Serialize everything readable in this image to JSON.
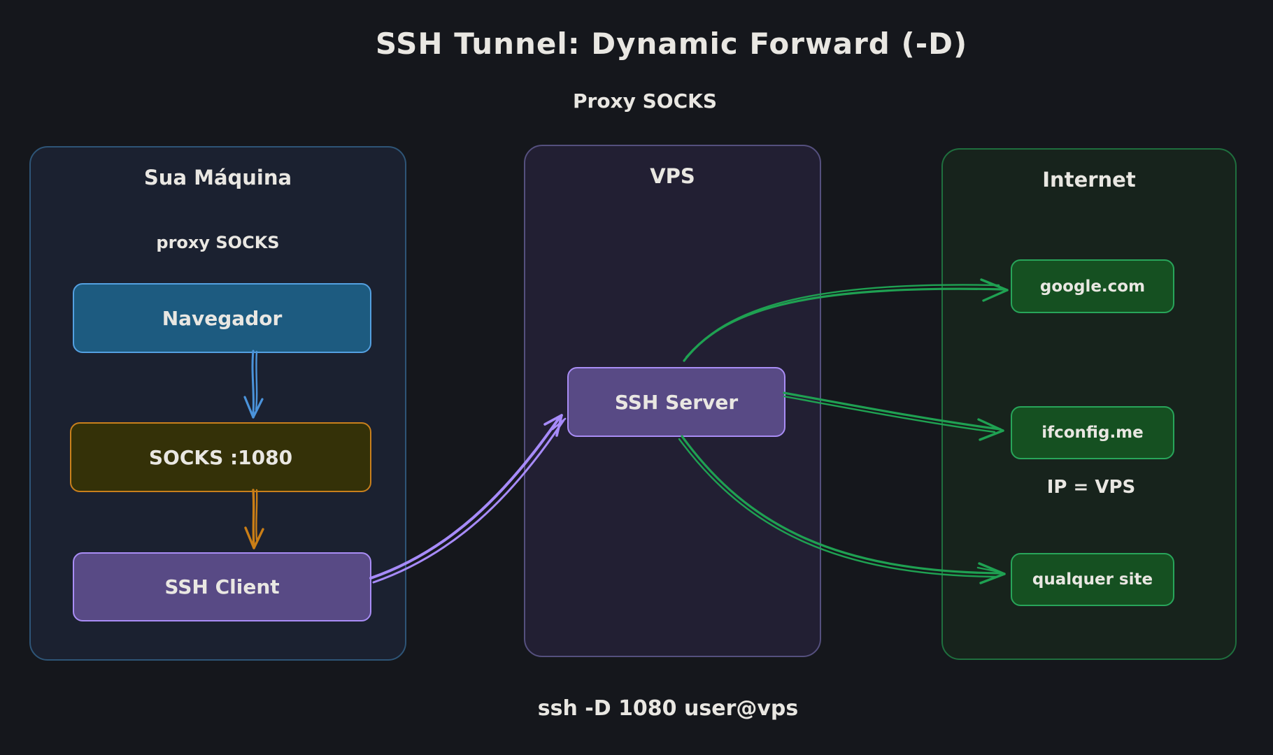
{
  "title": "SSH Tunnel: Dynamic Forward (-D)",
  "subtitle": "Proxy SOCKS",
  "command": "ssh -D 1080 user@vps",
  "containers": {
    "machine": {
      "label": "Sua Máquina",
      "sublabel": "proxy SOCKS",
      "nodes": {
        "navegador": "Navegador",
        "socks": "SOCKS :1080",
        "ssh_client": "SSH Client"
      }
    },
    "vps": {
      "label": "VPS",
      "nodes": {
        "ssh_server": "SSH Server"
      }
    },
    "internet": {
      "label": "Internet",
      "nodes": {
        "google": "google.com",
        "ifconfig": "ifconfig.me",
        "qualquer": "qualquer site"
      },
      "note": "IP = VPS"
    }
  },
  "edges": [
    {
      "from": "Navegador",
      "to": "SOCKS :1080",
      "color": "#4b93da"
    },
    {
      "from": "SOCKS :1080",
      "to": "SSH Client",
      "color": "#ca7e16"
    },
    {
      "from": "SSH Client",
      "to": "SSH Server",
      "color": "#a78bfa"
    },
    {
      "from": "SSH Server",
      "to": "google.com",
      "color": "#1fa152"
    },
    {
      "from": "SSH Server",
      "to": "ifconfig.me",
      "color": "#1fa152"
    },
    {
      "from": "SSH Server",
      "to": "qualquer site",
      "color": "#1fa152"
    }
  ],
  "colors": {
    "background": "#15171c",
    "text": "#e9e7e2",
    "machine_container_fill": "#1b2130",
    "machine_container_border": "#2e5577",
    "vps_container_fill": "#221f33",
    "vps_container_border": "#55507e",
    "internet_container_fill": "#17231c",
    "internet_container_border": "#1f6f3e",
    "navegador_fill": "#1d5b80",
    "navegador_border": "#54a0e0",
    "socks_fill": "#343108",
    "socks_border": "#c9801c",
    "purple_node_fill": "#584a85",
    "purple_node_border": "#a98df5",
    "green_node_fill": "#155021",
    "green_node_border": "#28a55a",
    "arrow_blue": "#4b93da",
    "arrow_orange": "#ca7e16",
    "arrow_purple": "#a78bfa",
    "arrow_green": "#1fa152"
  }
}
